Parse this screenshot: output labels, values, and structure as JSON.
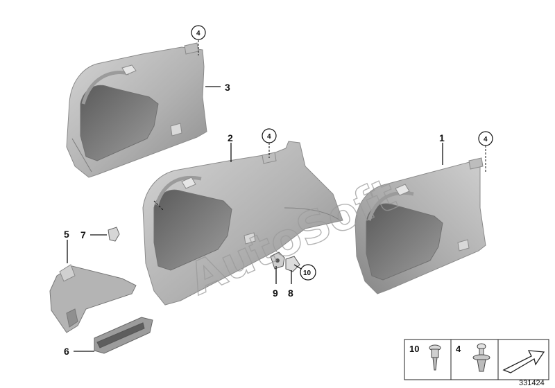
{
  "callouts": {
    "c1": "1",
    "c2": "2",
    "c3": "3",
    "c4a": "4",
    "c4b": "4",
    "c4c": "4",
    "c5": "5",
    "c6": "6",
    "c7": "7",
    "c8": "8",
    "c9": "9",
    "c10": "10"
  },
  "watermark": "AutoSoft",
  "legend": {
    "item1": "10",
    "item2": "4"
  },
  "diagram_code": "331424",
  "colors": {
    "panel_light": "#c9c9c9",
    "panel_mid": "#a9a9a9",
    "panel_dark": "#6e6e6e",
    "ink": "#111111"
  }
}
